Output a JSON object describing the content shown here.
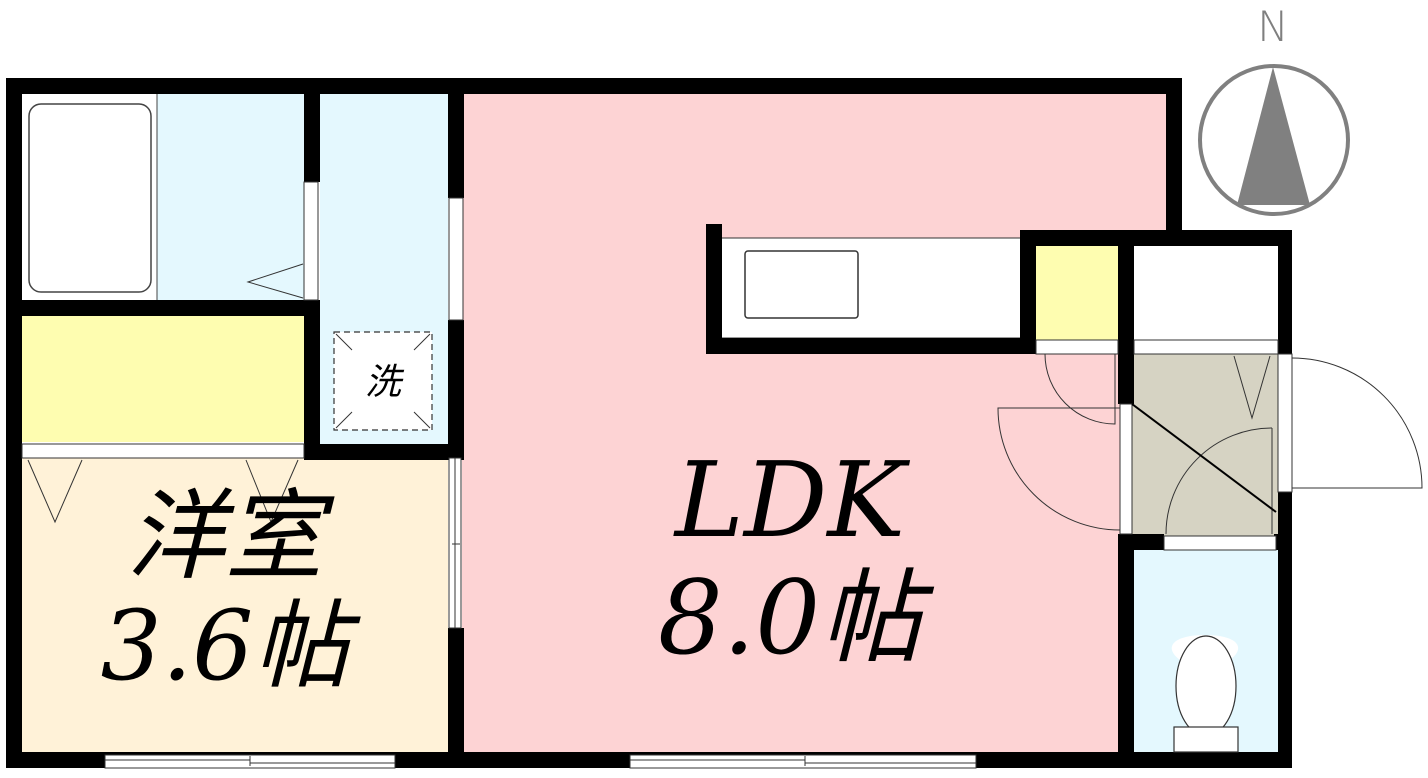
{
  "floor_plan": {
    "rooms": [
      {
        "id": "western-room",
        "name": "洋室",
        "size": "3.6帖",
        "fill": "#FFF2D8"
      },
      {
        "id": "ldk",
        "name": "LDK",
        "size": "8.0帖",
        "fill": "#FDD3D4"
      },
      {
        "id": "bathroom",
        "name": "",
        "fill": "#E4F8FE"
      },
      {
        "id": "washroom",
        "name": "",
        "fill": "#E4F8FE"
      },
      {
        "id": "toilet",
        "name": "",
        "fill": "#E4F8FE"
      },
      {
        "id": "entrance",
        "name": "",
        "fill": "#D6D3C3"
      },
      {
        "id": "closet",
        "name": "",
        "fill": "#FEFDB0"
      },
      {
        "id": "storage",
        "name": "",
        "fill": "#FEFDB0"
      }
    ],
    "washer_space_label": "洗",
    "compass": {
      "label": "N",
      "color": "#808080"
    },
    "colors": {
      "wall": "#000000",
      "western_room": "#FFF2D8",
      "ldk": "#FDD3D4",
      "wet_area": "#E4F8FE",
      "entrance": "#D6D3C3",
      "closet": "#FEFDB0",
      "compass": "#808080"
    }
  },
  "labels": {
    "western_room_name": "洋室",
    "western_room_size": "3.6帖",
    "ldk_name": "LDK",
    "ldk_size": "8.0帖",
    "washer": "洗",
    "north": "N"
  }
}
